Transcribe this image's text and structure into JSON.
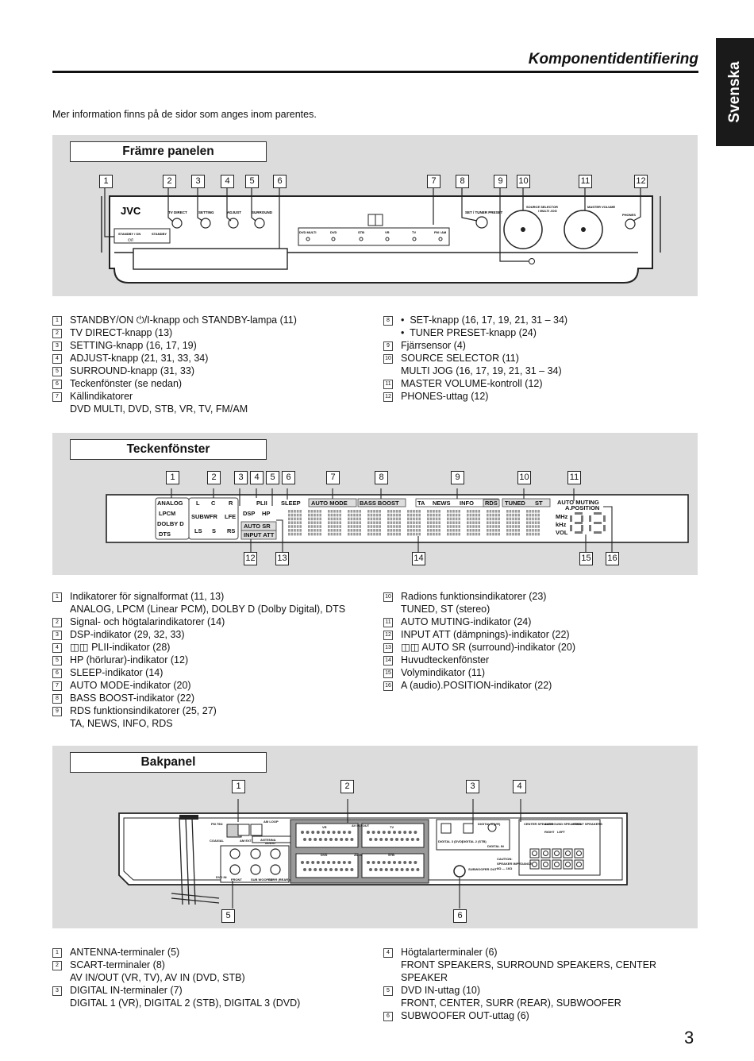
{
  "page_title": "Komponentidentifiering",
  "language_tab": "Svenska",
  "intro": "Mer information finns på de sidor som anges inom parentes.",
  "page_number": "3",
  "front": {
    "title": "Främre panelen",
    "callouts": [
      "1",
      "2",
      "3",
      "4",
      "5",
      "6",
      "7",
      "8",
      "9",
      "10",
      "11",
      "12"
    ],
    "device_labels": {
      "brand": "JVC",
      "tv_direct": "TV DIRECT",
      "setting": "SETTING",
      "adjust": "ADJUST",
      "surround": "SURROUND",
      "standby_on": "STANDBY / ON",
      "standby": "STANDBY",
      "power_symbol": "⏻/I",
      "dvd_multi": "DVD MULTI",
      "dvd": "DVD",
      "stb": "STB",
      "vr": "VR",
      "tv": "TV",
      "fm_am": "FM / AM",
      "set_tuner_preset": "SET / TUNER PRESET",
      "source_selector": "SOURCE SELECTOR",
      "multi_jog": "/ MULTI JOG",
      "master_volume": "MASTER VOLUME",
      "phones": "PHONES"
    },
    "legend_left": [
      {
        "n": "1",
        "lines": [
          "STANDBY/ON ⏻/I-knapp och STANDBY-lampa (11)"
        ]
      },
      {
        "n": "2",
        "lines": [
          "TV DIRECT-knapp (13)"
        ]
      },
      {
        "n": "3",
        "lines": [
          "SETTING-knapp (16, 17, 19)"
        ]
      },
      {
        "n": "4",
        "lines": [
          "ADJUST-knapp (21, 31, 33, 34)"
        ]
      },
      {
        "n": "5",
        "lines": [
          "SURROUND-knapp (31, 33)"
        ]
      },
      {
        "n": "6",
        "lines": [
          "Teckenfönster (se nedan)"
        ]
      },
      {
        "n": "7",
        "lines": [
          "Källindikatorer",
          "DVD MULTI, DVD, STB, VR, TV, FM/AM"
        ]
      }
    ],
    "legend_right": [
      {
        "n": "8",
        "lines": [
          "•  SET-knapp (16, 17, 19, 21, 31 – 34)",
          "•  TUNER PRESET-knapp (24)"
        ]
      },
      {
        "n": "9",
        "lines": [
          "Fjärrsensor (4)"
        ]
      },
      {
        "n": "10",
        "lines": [
          "SOURCE SELECTOR (11)",
          "MULTI JOG (16, 17, 19, 21, 31 – 34)"
        ]
      },
      {
        "n": "11",
        "lines": [
          "MASTER VOLUME-kontroll (12)"
        ]
      },
      {
        "n": "12",
        "lines": [
          "PHONES-uttag (12)"
        ]
      }
    ]
  },
  "display": {
    "title": "Teckenfönster",
    "callouts_top": [
      "1",
      "2",
      "3",
      "4",
      "5",
      "6",
      "7",
      "8",
      "9",
      "10",
      "11"
    ],
    "callouts_bottom": [
      "12",
      "13",
      "14",
      "15",
      "16"
    ],
    "device_labels": {
      "analog": "ANALOG",
      "lpcm": "LPCM",
      "dolby_d": "DOLBY D",
      "dts": "DTS",
      "l": "L",
      "c": "C",
      "r": "R",
      "subwfr": "SUBWFR",
      "lfe": "LFE",
      "ls": "LS",
      "s": "S",
      "rs": "RS",
      "plii": "PLII",
      "dsp": "DSP",
      "hp": "HP",
      "auto_sr": "AUTO SR",
      "input_att": "INPUT ATT",
      "sleep": "SLEEP",
      "auto_mode": "AUTO  MODE",
      "bass_boost": "BASS  BOOST",
      "ta": "TA",
      "news": "NEWS",
      "info": "INFO",
      "rds": "RDS",
      "tuned": "TUNED",
      "st": "ST",
      "auto_muting": "AUTO MUTING",
      "a_position": "A.POSITION",
      "mhz": "MHz",
      "khz": "kHz",
      "vol": "VOL"
    },
    "legend_left": [
      {
        "n": "1",
        "lines": [
          "Indikatorer för signalformat (11, 13)",
          "ANALOG, LPCM (Linear PCM), DOLBY D (Dolby Digital), DTS"
        ]
      },
      {
        "n": "2",
        "lines": [
          "Signal- och högtalarindikatorer (14)"
        ]
      },
      {
        "n": "3",
        "lines": [
          "DSP-indikator (29, 32, 33)"
        ]
      },
      {
        "n": "4",
        "lines": [
          "◫◫ PLII-indikator (28)"
        ]
      },
      {
        "n": "5",
        "lines": [
          "HP (hörlurar)-indikator (12)"
        ]
      },
      {
        "n": "6",
        "lines": [
          "SLEEP-indikator (14)"
        ]
      },
      {
        "n": "7",
        "lines": [
          "AUTO MODE-indikator (20)"
        ]
      },
      {
        "n": "8",
        "lines": [
          "BASS BOOST-indikator (22)"
        ]
      },
      {
        "n": "9",
        "lines": [
          "RDS funktionsindikatorer (25, 27)",
          "TA, NEWS, INFO, RDS"
        ]
      }
    ],
    "legend_right": [
      {
        "n": "10",
        "lines": [
          "Radions funktionsindikatorer (23)",
          "TUNED, ST (stereo)"
        ]
      },
      {
        "n": "11",
        "lines": [
          "AUTO MUTING-indikator (24)"
        ]
      },
      {
        "n": "12",
        "lines": [
          "INPUT ATT (dämpnings)-indikator (22)"
        ]
      },
      {
        "n": "13",
        "lines": [
          "◫◫ AUTO SR (surround)-indikator (20)"
        ]
      },
      {
        "n": "14",
        "lines": [
          "Huvudteckenfönster"
        ]
      },
      {
        "n": "15",
        "lines": [
          "Volymindikator (11)"
        ]
      },
      {
        "n": "16",
        "lines": [
          "A (audio).POSITION-indikator (22)"
        ]
      }
    ]
  },
  "rear": {
    "title": "Bakpanel",
    "callouts_top": [
      "1",
      "2",
      "3",
      "4"
    ],
    "callouts_bottom": [
      "5",
      "6"
    ],
    "device_labels": {
      "fm": "FM 75Ω",
      "coaxial": "COAXIAL",
      "am_loop": "AM LOOP",
      "am_ext": "AM EXT",
      "antenna": "ANTENNA",
      "vr": "VR",
      "av_in_out": "AV IN / OUT",
      "tv": "TV",
      "dvd": "DVD",
      "av_in": "AV IN",
      "stb": "STB",
      "audio": "AUDIO",
      "dvd_in": "DVD IN",
      "front": "FRONT",
      "center": "CENTER",
      "sub_woofer": "SUB WOOFER",
      "surr_rear": "SURR (REAR)",
      "digital1": "DIGITAL 1 (VR)",
      "digital2": "DIGITAL 2 (STB)",
      "digital3": "DIGITAL 3 (DVD)",
      "digital_in": "DIGITAL IN",
      "subwoofer_out": "SUBWOOFER OUT",
      "center_speaker": "CENTER SPEAKER",
      "surround_speakers": "SURROUND SPEAKERS",
      "front_speakers": "FRONT SPEAKERS",
      "right": "RIGHT",
      "left": "LEFT",
      "caution": "CAUTION:",
      "speaker_impedance": "SPEAKER IMPEDANCE",
      "ohm": "8Ω — 16Ω"
    },
    "legend_left": [
      {
        "n": "1",
        "lines": [
          "ANTENNA-terminaler (5)"
        ]
      },
      {
        "n": "2",
        "lines": [
          "SCART-terminaler (8)",
          "AV IN/OUT (VR, TV), AV IN (DVD, STB)"
        ]
      },
      {
        "n": "3",
        "lines": [
          "DIGITAL IN-terminaler (7)",
          "DIGITAL 1 (VR), DIGITAL 2 (STB), DIGITAL 3 (DVD)"
        ]
      }
    ],
    "legend_right": [
      {
        "n": "4",
        "lines": [
          "Högtalarterminaler (6)",
          "FRONT SPEAKERS, SURROUND SPEAKERS, CENTER",
          "SPEAKER"
        ]
      },
      {
        "n": "5",
        "lines": [
          "DVD IN-uttag (10)",
          "FRONT, CENTER, SURR (REAR), SUBWOOFER"
        ]
      },
      {
        "n": "6",
        "lines": [
          "SUBWOOFER OUT-uttag (6)"
        ]
      }
    ]
  }
}
